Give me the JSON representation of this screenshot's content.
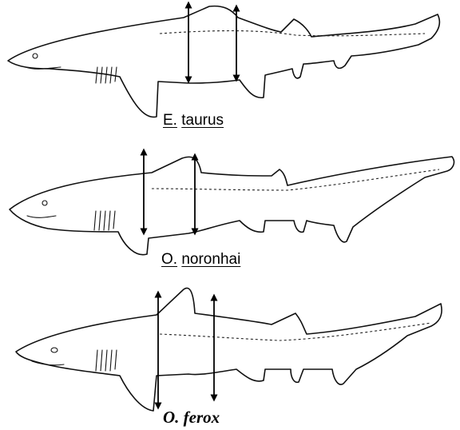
{
  "figure": {
    "sharks": [
      {
        "genus": "E.",
        "species": "taurus",
        "label_style": "underlined"
      },
      {
        "genus": "O.",
        "species": "noronhai",
        "label_style": "underlined"
      },
      {
        "genus": "O.",
        "species": "ferox",
        "label_style": "bold-italic"
      }
    ]
  }
}
